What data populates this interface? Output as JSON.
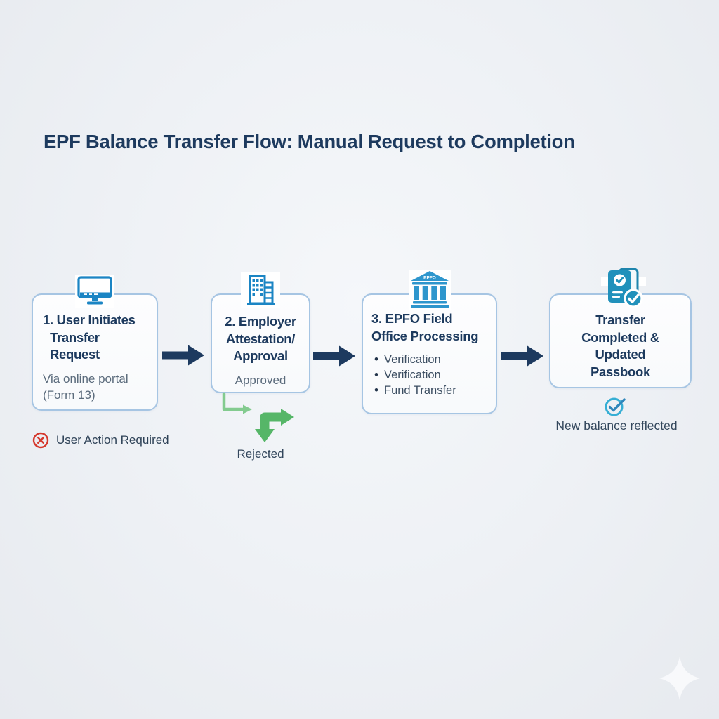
{
  "title": "EPF Balance Transfer Flow: Manual Request to Completion",
  "steps": [
    {
      "icon": "monitor-icon",
      "heading": "1. User Initiates Transfer Request",
      "subtitle": "Via online portal (Form 13)"
    },
    {
      "icon": "office-building-icon",
      "heading": "2. Employer Attestation/ Approval",
      "status": "Approved"
    },
    {
      "icon": "bank-icon",
      "icon_label": "EPFO",
      "heading": "3. EPFO Field Office Processing",
      "bullets": [
        "Verification",
        "Verification",
        "Fund Transfer"
      ]
    },
    {
      "icon": "passbook-check-icon",
      "heading": "Transfer Completed & Updated Passbook",
      "caption": "New balance reflected"
    }
  ],
  "branch": {
    "rejected_label": "Rejected"
  },
  "legend": {
    "user_action_label": "User Action Required"
  },
  "colors": {
    "background": "#eef1f5",
    "heading_navy": "#1d3a5e",
    "box_border": "#a6c5e3",
    "flow_arrow": "#1d3a5f",
    "icon_blue": "#1b85c4",
    "passbook_teal": "#2191bb",
    "green_thick": "#56b668",
    "green_thin": "#83cb8f",
    "alert_red": "#d5382d",
    "check_circle_blue": "#36aed4",
    "muted_text": "#5b6b7c"
  }
}
